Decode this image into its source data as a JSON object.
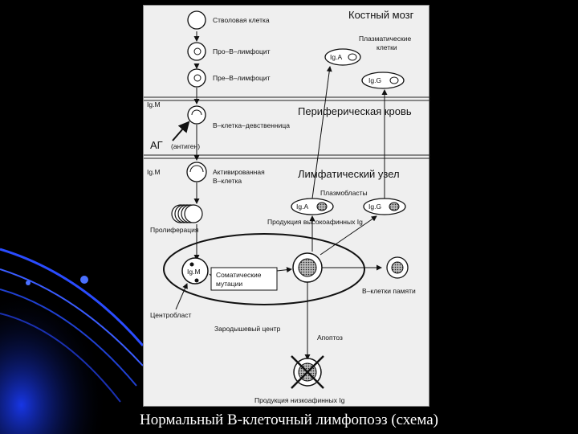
{
  "slide": {
    "caption": "Нормальный В-клеточный лимфопоэз (схема)"
  },
  "diagram": {
    "regions": {
      "bone_marrow": "Костный мозг",
      "peripheral_blood": "Периферическая кровь",
      "lymph_node": "Лимфатический узел",
      "germinal_center": "Зародышевый центр"
    },
    "cells": {
      "stem": "Стволовая клетка",
      "pro_b": "Про–В–лимфоцит",
      "pre_b": "Пре–В–лимфоцит",
      "naive_b": "В–клетка–девственница",
      "activated_b_line1": "Активированная",
      "activated_b_line2": "В–клетка",
      "plasma_line1": "Плазматические",
      "plasma_line2": "клетки",
      "plasmablasts": "Плазмобласты",
      "memory_b": "В–клетки памяти",
      "centroblast": "Центробласт"
    },
    "labels": {
      "igm_1": "Ig.M",
      "igm_2": "Ig.M",
      "igm_center": "Ig.M",
      "iga_plasma": "Ig.A",
      "igg_plasma": "Ig.G",
      "iga_blast": "Ig.A",
      "igg_blast": "Ig.G",
      "antigen": "АГ",
      "antigen_note": "(антиген)",
      "proliferation": "Пролиферация",
      "somatic_line1": "Соматические",
      "somatic_line2": "мутации",
      "high_affinity": "Продукция высокоафинных Ig",
      "apoptosis": "Апоптоз",
      "low_affinity": "Продукция низкоафинных Ig"
    }
  }
}
